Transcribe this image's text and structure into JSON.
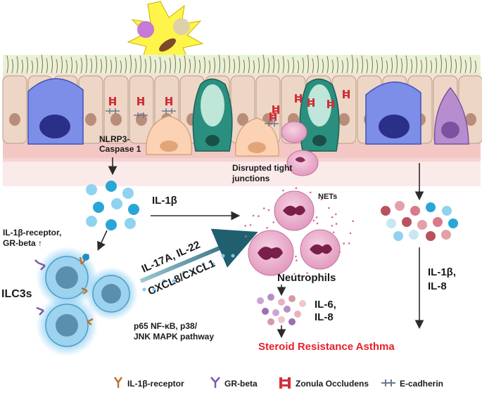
{
  "labels": {
    "nlrp3_line1": "NLRP3-",
    "nlrp3_line2": "Caspase 1",
    "disrupted_line1": "Disrupted tight",
    "disrupted_line2": "junctions",
    "nets": "NETs",
    "il1b_top": "IL-1β",
    "receptor_line1": "IL-1β-receptor,",
    "receptor_line2": "GR-beta ↑",
    "ilc3s": "ILC3s",
    "il17a_il22": "IL-17A, IL-22",
    "cxcl8": "CXCL8/CXCL1",
    "neutrophils": "Neutrophils",
    "il6_line1": "IL-6,",
    "il6_line2": "IL-8",
    "il1b_right_line1": "IL-1β,",
    "il1b_right_line2": "IL-8",
    "pathway_line1": "p65 NF-κB, p38/",
    "pathway_line2": "JNK MAPK pathway",
    "outcome": "Steroid Resistance Asthma"
  },
  "legend": [
    {
      "icon": "il1b-receptor-icon",
      "label": "IL-1β-receptor",
      "color": "#b87333"
    },
    {
      "icon": "gr-beta-icon",
      "label": "GR-beta",
      "color": "#7a5aa8"
    },
    {
      "icon": "zonula-occludens-icon",
      "label": "Zonula Occludens",
      "color": "#d0303a"
    },
    {
      "icon": "e-cadherin-icon",
      "label": "E-cadherin",
      "color": "#6b7a8f"
    }
  ],
  "colors": {
    "epithelium": "#f2e2d6",
    "mucus_layer": "#e8f3d6",
    "outcome_text": "#e8202a",
    "ilc3_glow": "#7ec8f0",
    "neutrophil": "#e7a9c6",
    "goblet": "#2a8f7e",
    "basal_cell": "#5a6fd0"
  }
}
